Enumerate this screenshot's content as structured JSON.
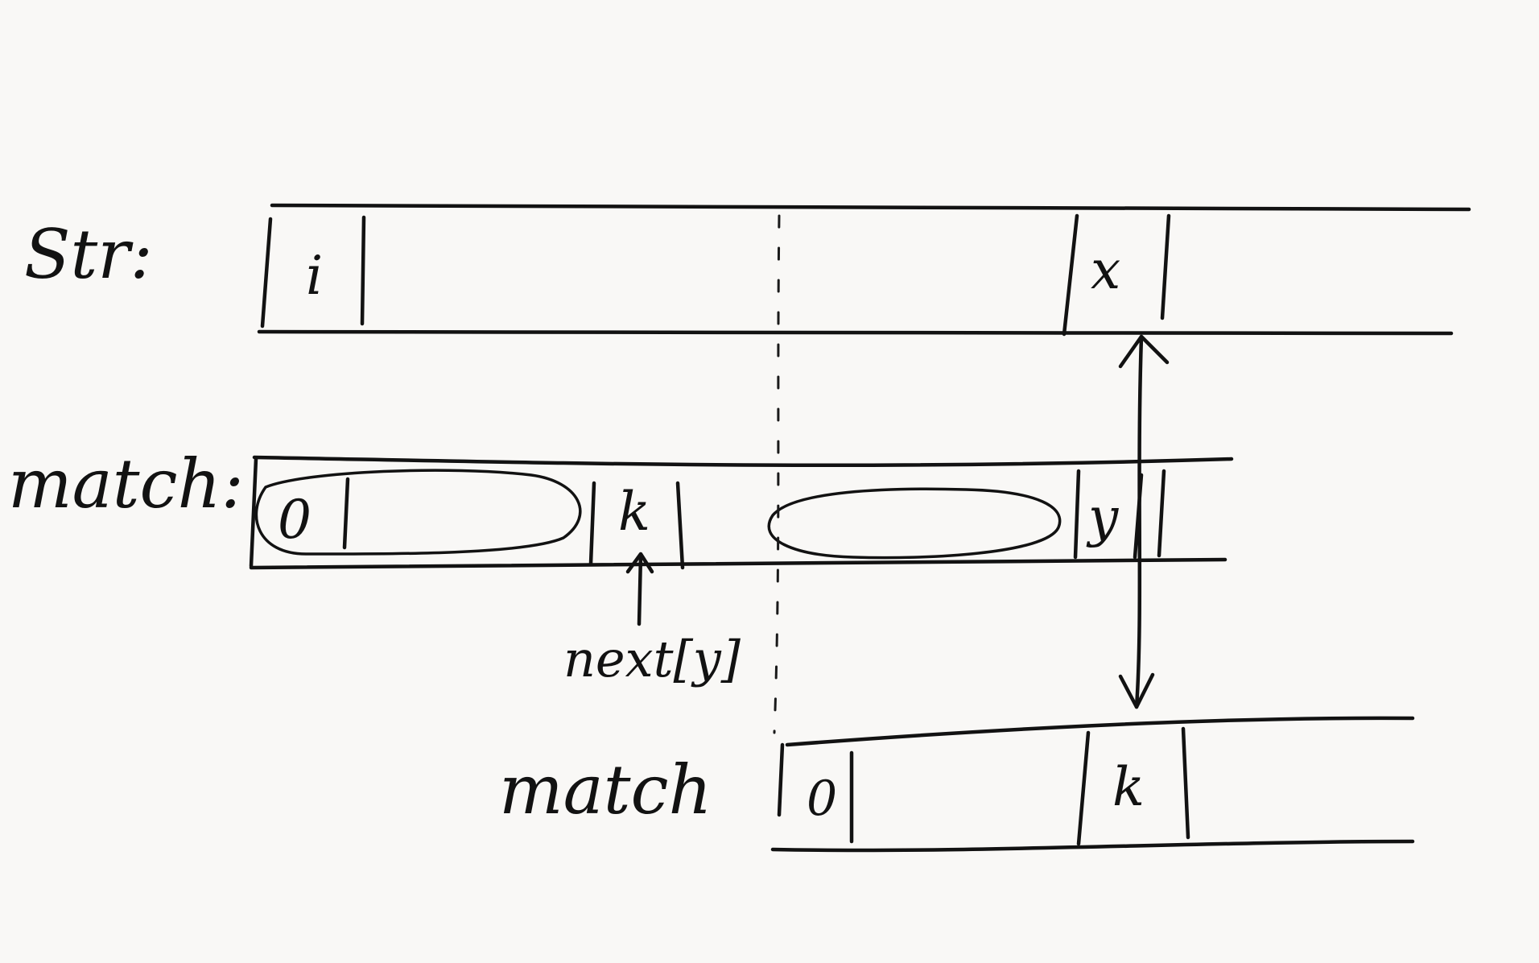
{
  "labels": {
    "str": "Str:",
    "match_top": "match:",
    "match_bottom": "match",
    "next": "next[y]"
  },
  "str_cells": {
    "i": "i",
    "x": "x"
  },
  "match_cells": {
    "zero": "0",
    "k": "k",
    "y": "y"
  },
  "shifted_match_cells": {
    "zero": "0",
    "k": "k"
  }
}
